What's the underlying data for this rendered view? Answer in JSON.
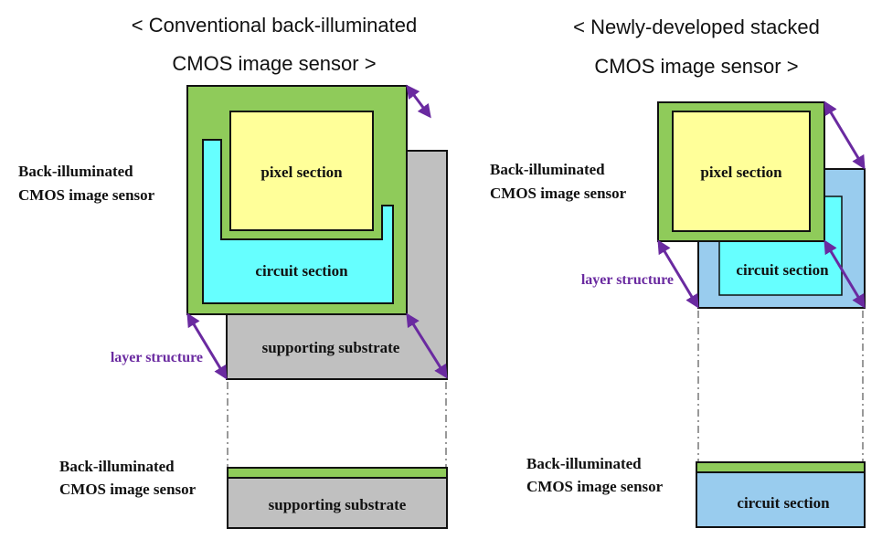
{
  "colors": {
    "green": "#8fcb5a",
    "pixel": "#ffff99",
    "circuit": "#66ffff",
    "circuit_new": "#99ccee",
    "substrate": "#c0c0c0",
    "arrow": "#6a2aa0",
    "border": "#111111"
  },
  "left": {
    "title_line1": "< Conventional back-illuminated",
    "title_line2": "CMOS image sensor >",
    "sensor_label_line1": "Back-illuminated",
    "sensor_label_line2": "CMOS image sensor",
    "pixel_section": "pixel section",
    "circuit_section": "circuit section",
    "supporting_substrate": "supporting substrate",
    "layer_structure": "layer structure",
    "bottom_label_line1": "Back-illuminated",
    "bottom_label_line2": "CMOS image sensor",
    "bottom_substrate": "supporting substrate"
  },
  "right": {
    "title_line1": "< Newly-developed stacked",
    "title_line2": "CMOS image sensor >",
    "sensor_label_line1": "Back-illuminated",
    "sensor_label_line2": "CMOS image sensor",
    "pixel_section": "pixel section",
    "circuit_section": "circuit section",
    "layer_structure": "layer structure",
    "bottom_label_line1": "Back-illuminated",
    "bottom_label_line2": "CMOS image sensor",
    "bottom_circuit": "circuit section"
  }
}
